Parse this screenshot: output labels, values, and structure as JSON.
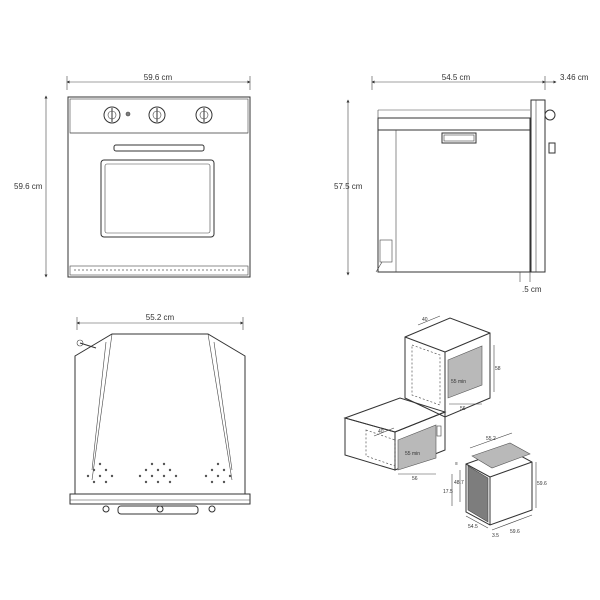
{
  "front_view": {
    "width_label": "59.6 cm",
    "height_label": "59.6 cm"
  },
  "side_view": {
    "depth_label": "54.5 cm",
    "door_label": "3.46 cm",
    "height_label": "57.5 cm",
    "gap_label": ".5 cm"
  },
  "top_view": {
    "width_label": "55.2 cm"
  },
  "installation": {
    "upper_cabinet": {
      "d1": "40",
      "d2": "58",
      "d3": "56",
      "note": "55 min"
    },
    "counter_cabinet": {
      "d1": "40",
      "d2": "56",
      "note": "55 min"
    },
    "oven_box": {
      "a": "55.2",
      "b": "59.6",
      "c": "17.5",
      "d": "48.7",
      "e": "54.5",
      "f": "59.6",
      "g": "3.5"
    }
  }
}
